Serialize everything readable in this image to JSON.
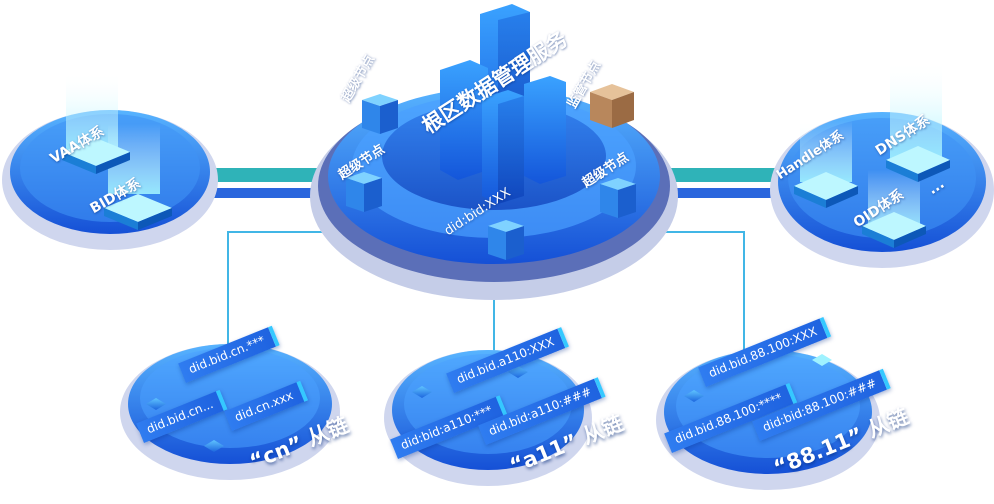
{
  "core": {
    "title": "根区数据管理服务",
    "super_node_1": "超级节点",
    "super_node_2": "超级节点",
    "super_node_3": "超级节点",
    "monitor_node": "监管节点",
    "core_id": "did:bid:XXX"
  },
  "left_systems": {
    "vaa": "VAA体系",
    "bid": "BID体系"
  },
  "right_systems": {
    "handle": "Handle体系",
    "dns": "DNS体系",
    "oid": "OID体系",
    "more": "..."
  },
  "chains": [
    {
      "chips": [
        "did.bid.cn.***",
        "did.bid.cn...",
        "did.cn.xxx"
      ],
      "label": "“cn” 从链"
    },
    {
      "chips": [
        "did.bid.a110:XXX",
        "did:bid:a110:***",
        "did.bid:a110:###"
      ],
      "label": "“a11” 从链"
    },
    {
      "chips": [
        "did.bid.88.100:XXX",
        "did.bid.88.100:****",
        "did:bid:88.100:###"
      ],
      "label": "“88.11” 从链"
    }
  ],
  "colors": {
    "primary_blue": "#1f6fe6",
    "light_blue": "#5ab8ff",
    "teal_link": "#2fb3b8",
    "line_cyan": "#41b6e6"
  }
}
